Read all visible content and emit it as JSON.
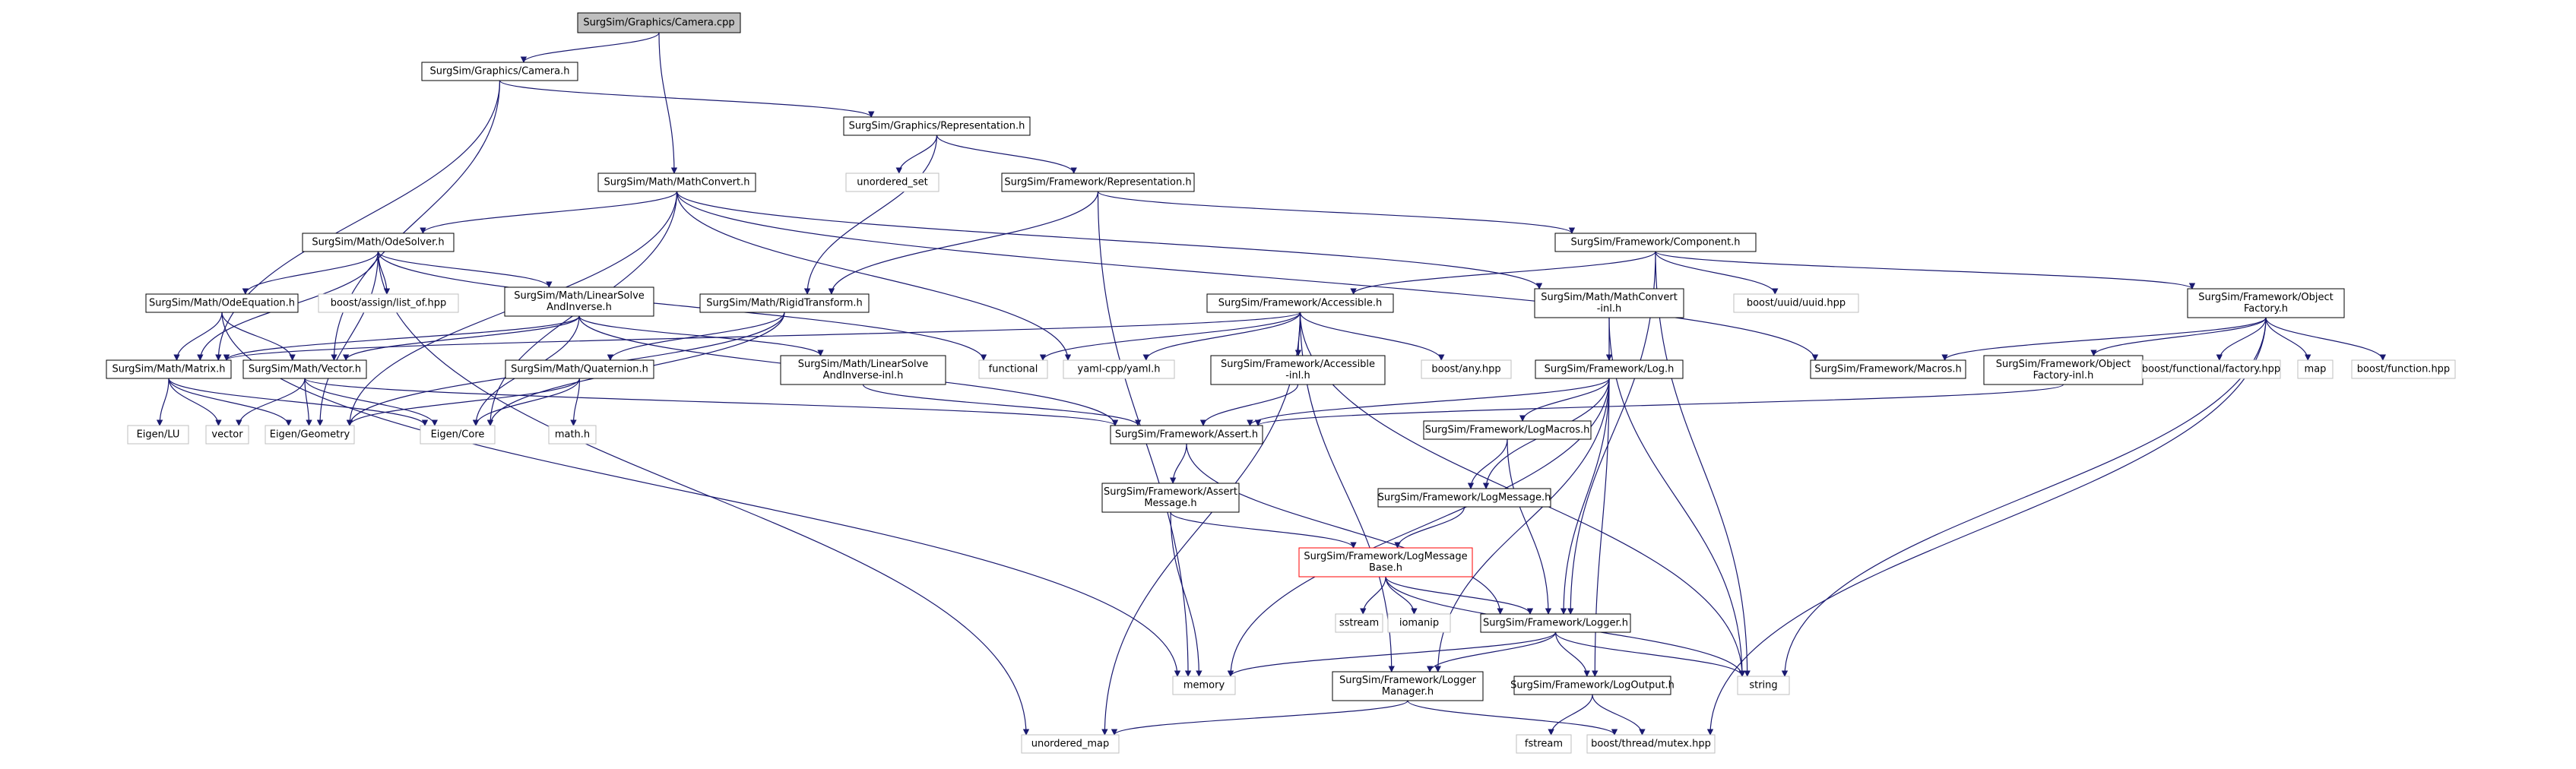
{
  "graph": {
    "nodes": [
      {
        "id": "n0",
        "lines": [
          "SurgSim/Graphics/Camera.cpp"
        ],
        "style": "root"
      },
      {
        "id": "n1",
        "lines": [
          "SurgSim/Graphics/Camera.h"
        ],
        "style": "normal"
      },
      {
        "id": "n2",
        "lines": [
          "SurgSim/Graphics/Representation.h"
        ],
        "style": "normal"
      },
      {
        "id": "n3",
        "lines": [
          "unordered_set"
        ],
        "style": "external"
      },
      {
        "id": "n4",
        "lines": [
          "SurgSim/Math/MathConvert.h"
        ],
        "style": "normal"
      },
      {
        "id": "n5",
        "lines": [
          "SurgSim/Framework/Representation.h"
        ],
        "style": "normal"
      },
      {
        "id": "n6",
        "lines": [
          "SurgSim/Math/OdeSolver.h"
        ],
        "style": "normal"
      },
      {
        "id": "n7",
        "lines": [
          "SurgSim/Framework/Component.h"
        ],
        "style": "normal"
      },
      {
        "id": "n8",
        "lines": [
          "SurgSim/Math/OdeEquation.h"
        ],
        "style": "normal"
      },
      {
        "id": "n9",
        "lines": [
          "boost/assign/list_of.hpp"
        ],
        "style": "external"
      },
      {
        "id": "n10",
        "lines": [
          "SurgSim/Math/LinearSolve",
          "AndInverse.h"
        ],
        "style": "normal"
      },
      {
        "id": "n11",
        "lines": [
          "SurgSim/Math/RigidTransform.h"
        ],
        "style": "normal"
      },
      {
        "id": "n12",
        "lines": [
          "SurgSim/Framework/Accessible.h"
        ],
        "style": "normal"
      },
      {
        "id": "n13",
        "lines": [
          "SurgSim/Math/MathConvert",
          "-inl.h"
        ],
        "style": "normal"
      },
      {
        "id": "n14",
        "lines": [
          "boost/uuid/uuid.hpp"
        ],
        "style": "external"
      },
      {
        "id": "n15",
        "lines": [
          "SurgSim/Framework/Object",
          "Factory.h"
        ],
        "style": "normal"
      },
      {
        "id": "n16",
        "lines": [
          "SurgSim/Math/Matrix.h"
        ],
        "style": "normal"
      },
      {
        "id": "n17",
        "lines": [
          "SurgSim/Math/Vector.h"
        ],
        "style": "normal"
      },
      {
        "id": "n18",
        "lines": [
          "SurgSim/Math/Quaternion.h"
        ],
        "style": "normal"
      },
      {
        "id": "n19",
        "lines": [
          "SurgSim/Math/LinearSolve",
          "AndInverse-inl.h"
        ],
        "style": "normal"
      },
      {
        "id": "n20",
        "lines": [
          "functional"
        ],
        "style": "external"
      },
      {
        "id": "n21",
        "lines": [
          "yaml-cpp/yaml.h"
        ],
        "style": "external"
      },
      {
        "id": "n22",
        "lines": [
          "SurgSim/Framework/Accessible",
          "-inl.h"
        ],
        "style": "normal"
      },
      {
        "id": "n23",
        "lines": [
          "boost/any.hpp"
        ],
        "style": "external"
      },
      {
        "id": "n24",
        "lines": [
          "SurgSim/Framework/Log.h"
        ],
        "style": "normal"
      },
      {
        "id": "n25",
        "lines": [
          "SurgSim/Framework/Macros.h"
        ],
        "style": "normal"
      },
      {
        "id": "n26",
        "lines": [
          "SurgSim/Framework/Object",
          "Factory-inl.h"
        ],
        "style": "normal"
      },
      {
        "id": "n27",
        "lines": [
          "boost/functional/factory.hpp"
        ],
        "style": "external"
      },
      {
        "id": "n28",
        "lines": [
          "map"
        ],
        "style": "external"
      },
      {
        "id": "n29",
        "lines": [
          "boost/function.hpp"
        ],
        "style": "external"
      },
      {
        "id": "n30",
        "lines": [
          "Eigen/LU"
        ],
        "style": "external"
      },
      {
        "id": "n31",
        "lines": [
          "vector"
        ],
        "style": "external"
      },
      {
        "id": "n32",
        "lines": [
          "Eigen/Geometry"
        ],
        "style": "external"
      },
      {
        "id": "n33",
        "lines": [
          "Eigen/Core"
        ],
        "style": "external"
      },
      {
        "id": "n34",
        "lines": [
          "math.h"
        ],
        "style": "external"
      },
      {
        "id": "n35",
        "lines": [
          "SurgSim/Framework/Assert.h"
        ],
        "style": "normal"
      },
      {
        "id": "n36",
        "lines": [
          "SurgSim/Framework/LogMacros.h"
        ],
        "style": "normal"
      },
      {
        "id": "n37",
        "lines": [
          "SurgSim/Framework/LogMessage.h"
        ],
        "style": "normal"
      },
      {
        "id": "n38",
        "lines": [
          "SurgSim/Framework/Assert",
          "Message.h"
        ],
        "style": "normal"
      },
      {
        "id": "n39",
        "lines": [
          "SurgSim/Framework/LogMessage",
          "Base.h"
        ],
        "style": "highlight"
      },
      {
        "id": "n40",
        "lines": [
          "sstream"
        ],
        "style": "external"
      },
      {
        "id": "n41",
        "lines": [
          "iomanip"
        ],
        "style": "external"
      },
      {
        "id": "n42",
        "lines": [
          "SurgSim/Framework/Logger.h"
        ],
        "style": "normal"
      },
      {
        "id": "n43",
        "lines": [
          "memory"
        ],
        "style": "external"
      },
      {
        "id": "n44",
        "lines": [
          "string"
        ],
        "style": "external"
      },
      {
        "id": "n45",
        "lines": [
          "SurgSim/Framework/Logger",
          "Manager.h"
        ],
        "style": "normal"
      },
      {
        "id": "n46",
        "lines": [
          "SurgSim/Framework/LogOutput.h"
        ],
        "style": "normal"
      },
      {
        "id": "n47",
        "lines": [
          "unordered_map"
        ],
        "style": "external"
      },
      {
        "id": "n48",
        "lines": [
          "fstream"
        ],
        "style": "external"
      },
      {
        "id": "n49",
        "lines": [
          "boost/thread/mutex.hpp"
        ],
        "style": "external"
      }
    ],
    "edges": [
      [
        "n0",
        "n1"
      ],
      [
        "n0",
        "n4"
      ],
      [
        "n1",
        "n2"
      ],
      [
        "n1",
        "n16"
      ],
      [
        "n1",
        "n17"
      ],
      [
        "n2",
        "n3"
      ],
      [
        "n2",
        "n5"
      ],
      [
        "n2",
        "n11"
      ],
      [
        "n4",
        "n6"
      ],
      [
        "n4",
        "n13"
      ],
      [
        "n4",
        "n25"
      ],
      [
        "n4",
        "n21"
      ],
      [
        "n4",
        "n32"
      ],
      [
        "n4",
        "n33"
      ],
      [
        "n5",
        "n7"
      ],
      [
        "n5",
        "n11"
      ],
      [
        "n5",
        "n43"
      ],
      [
        "n6",
        "n8"
      ],
      [
        "n6",
        "n9"
      ],
      [
        "n6",
        "n10"
      ],
      [
        "n6",
        "n16"
      ],
      [
        "n6",
        "n32"
      ],
      [
        "n6",
        "n47"
      ],
      [
        "n6",
        "n20"
      ],
      [
        "n7",
        "n12"
      ],
      [
        "n7",
        "n14"
      ],
      [
        "n7",
        "n15"
      ],
      [
        "n7",
        "n42"
      ],
      [
        "n7",
        "n44"
      ],
      [
        "n8",
        "n16"
      ],
      [
        "n8",
        "n17"
      ],
      [
        "n8",
        "n43"
      ],
      [
        "n10",
        "n16"
      ],
      [
        "n10",
        "n17"
      ],
      [
        "n10",
        "n19"
      ],
      [
        "n10",
        "n35"
      ],
      [
        "n10",
        "n33"
      ],
      [
        "n11",
        "n18"
      ],
      [
        "n11",
        "n33"
      ],
      [
        "n11",
        "n32"
      ],
      [
        "n12",
        "n16"
      ],
      [
        "n12",
        "n20"
      ],
      [
        "n12",
        "n21"
      ],
      [
        "n12",
        "n22"
      ],
      [
        "n12",
        "n23"
      ],
      [
        "n12",
        "n44"
      ],
      [
        "n12",
        "n47"
      ],
      [
        "n12",
        "n45"
      ],
      [
        "n13",
        "n24"
      ],
      [
        "n13",
        "n44"
      ],
      [
        "n15",
        "n25"
      ],
      [
        "n15",
        "n26"
      ],
      [
        "n15",
        "n27"
      ],
      [
        "n15",
        "n28"
      ],
      [
        "n15",
        "n29"
      ],
      [
        "n15",
        "n44"
      ],
      [
        "n15",
        "n49"
      ],
      [
        "n16",
        "n30"
      ],
      [
        "n16",
        "n31"
      ],
      [
        "n16",
        "n32"
      ],
      [
        "n16",
        "n33"
      ],
      [
        "n17",
        "n31"
      ],
      [
        "n17",
        "n32"
      ],
      [
        "n17",
        "n33"
      ],
      [
        "n17",
        "n35"
      ],
      [
        "n18",
        "n32"
      ],
      [
        "n18",
        "n33"
      ],
      [
        "n18",
        "n34"
      ],
      [
        "n19",
        "n35"
      ],
      [
        "n22",
        "n35"
      ],
      [
        "n24",
        "n35"
      ],
      [
        "n24",
        "n36"
      ],
      [
        "n24",
        "n37"
      ],
      [
        "n24",
        "n42"
      ],
      [
        "n24",
        "n45"
      ],
      [
        "n24",
        "n46"
      ],
      [
        "n24",
        "n43"
      ],
      [
        "n26",
        "n35"
      ],
      [
        "n35",
        "n38"
      ],
      [
        "n35",
        "n42"
      ],
      [
        "n36",
        "n37"
      ],
      [
        "n36",
        "n42"
      ],
      [
        "n37",
        "n39"
      ],
      [
        "n38",
        "n39"
      ],
      [
        "n38",
        "n43"
      ],
      [
        "n39",
        "n40"
      ],
      [
        "n39",
        "n41"
      ],
      [
        "n39",
        "n42"
      ],
      [
        "n39",
        "n44"
      ],
      [
        "n42",
        "n43"
      ],
      [
        "n42",
        "n44"
      ],
      [
        "n42",
        "n45"
      ],
      [
        "n42",
        "n46"
      ],
      [
        "n45",
        "n47"
      ],
      [
        "n45",
        "n49"
      ],
      [
        "n46",
        "n48"
      ],
      [
        "n46",
        "n49"
      ]
    ]
  }
}
